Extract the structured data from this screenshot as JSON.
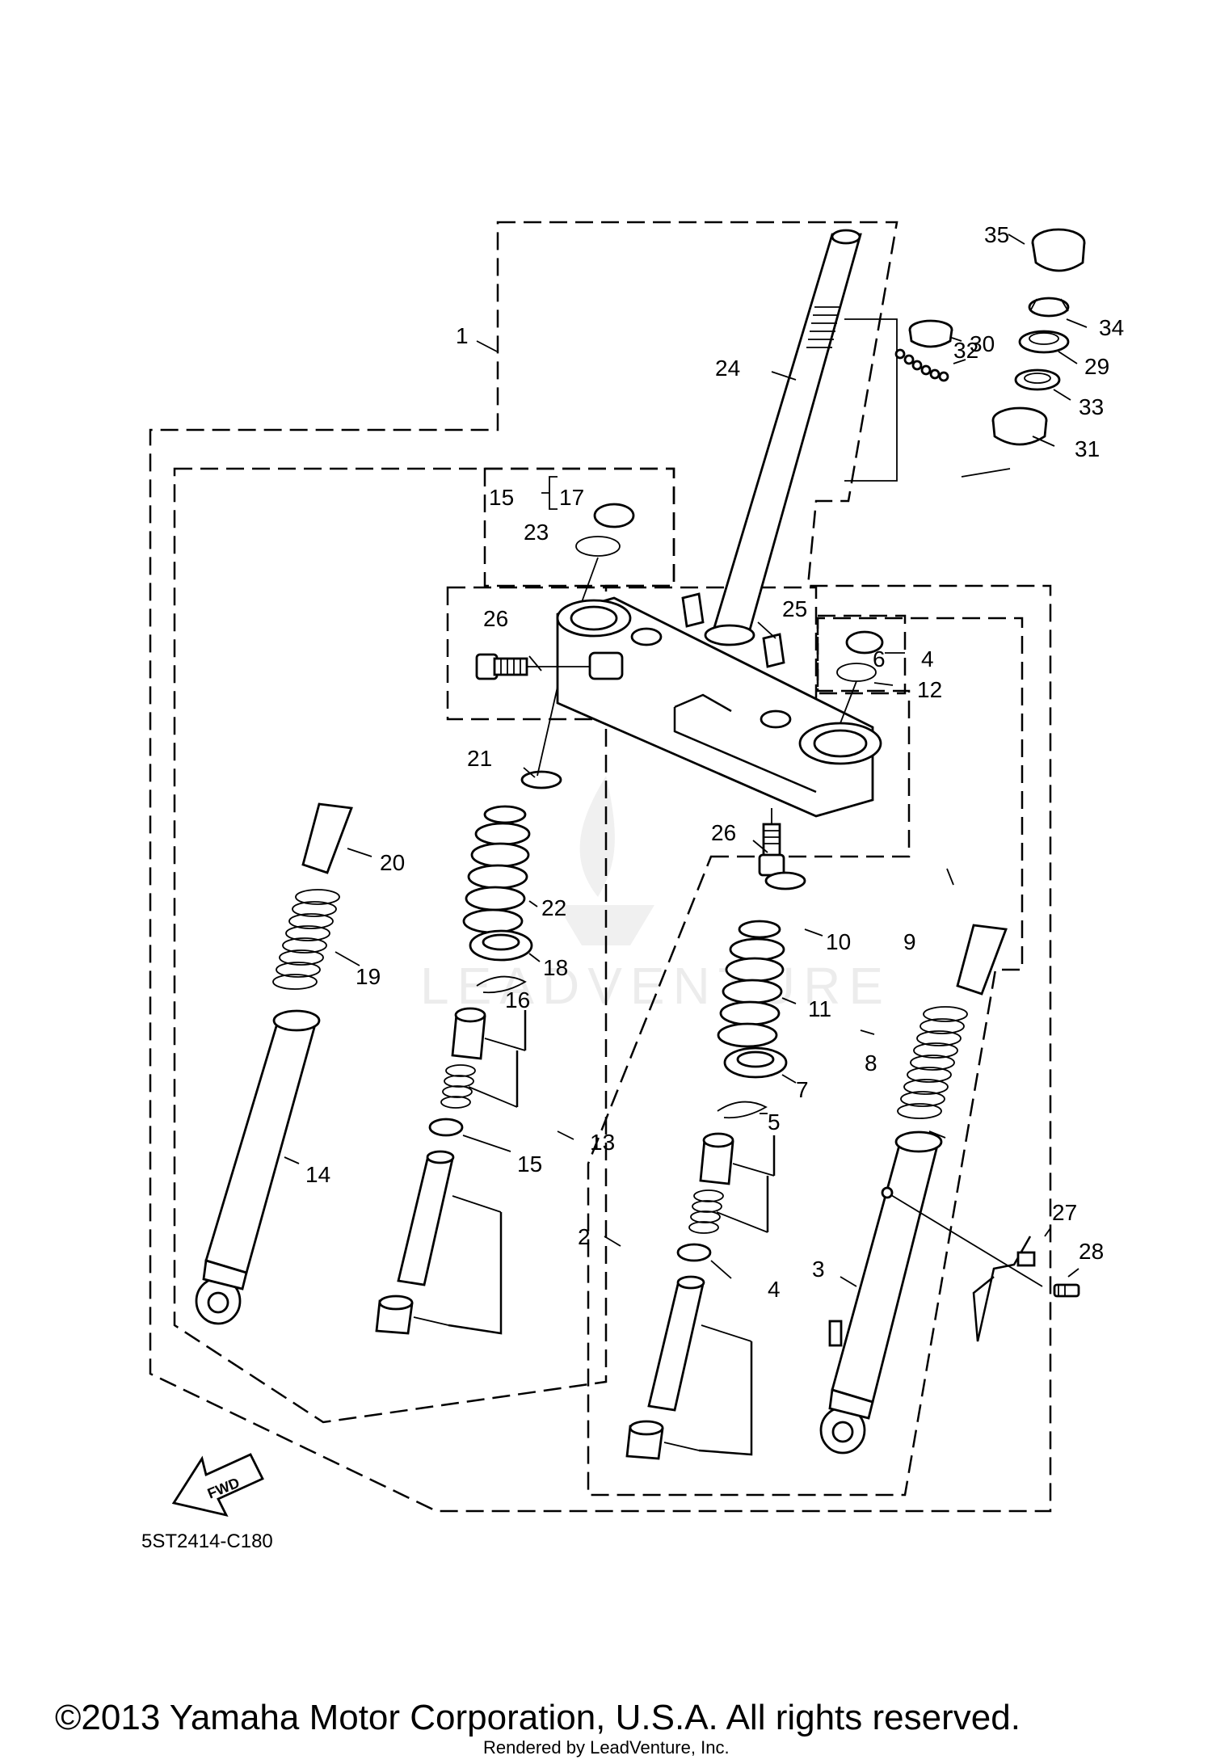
{
  "diagram": {
    "part_labels": [
      "1",
      "2",
      "3",
      "4",
      "4",
      "5",
      "6",
      "7",
      "8",
      "9",
      "10",
      "11",
      "12",
      "13",
      "14",
      "15",
      "15",
      "16",
      "17",
      "18",
      "19",
      "20",
      "21",
      "22",
      "23",
      "24",
      "25",
      "26",
      "26",
      "27",
      "28",
      "29",
      "30",
      "31",
      "32",
      "33",
      "34",
      "35"
    ],
    "label_1": "1",
    "label_2": "2",
    "label_3": "3",
    "label_4a": "4",
    "label_4b": "4",
    "label_5": "5",
    "label_6": "6",
    "label_7": "7",
    "label_8": "8",
    "label_9": "9",
    "label_10": "10",
    "label_11": "11",
    "label_12": "12",
    "label_13": "13",
    "label_14": "14",
    "label_15a": "15",
    "label_15b": "15",
    "label_16": "16",
    "label_17": "17",
    "label_18": "18",
    "label_19": "19",
    "label_20": "20",
    "label_21": "21",
    "label_22": "22",
    "label_23": "23",
    "label_24": "24",
    "label_25": "25",
    "label_26a": "26",
    "label_26b": "26",
    "label_27": "27",
    "label_28": "28",
    "label_29": "29",
    "label_30": "30",
    "label_31": "31",
    "label_32": "32",
    "label_33": "33",
    "label_34": "34",
    "label_35": "35",
    "diagram_code": "5ST2414-C180",
    "fwd_label": "FWD",
    "watermark": "LEADVENTURE"
  },
  "footer": {
    "copyright": "©2013 Yamaha Motor Corporation, U.S.A. All rights reserved.",
    "rendered_by": "Rendered by LeadVenture, Inc."
  }
}
